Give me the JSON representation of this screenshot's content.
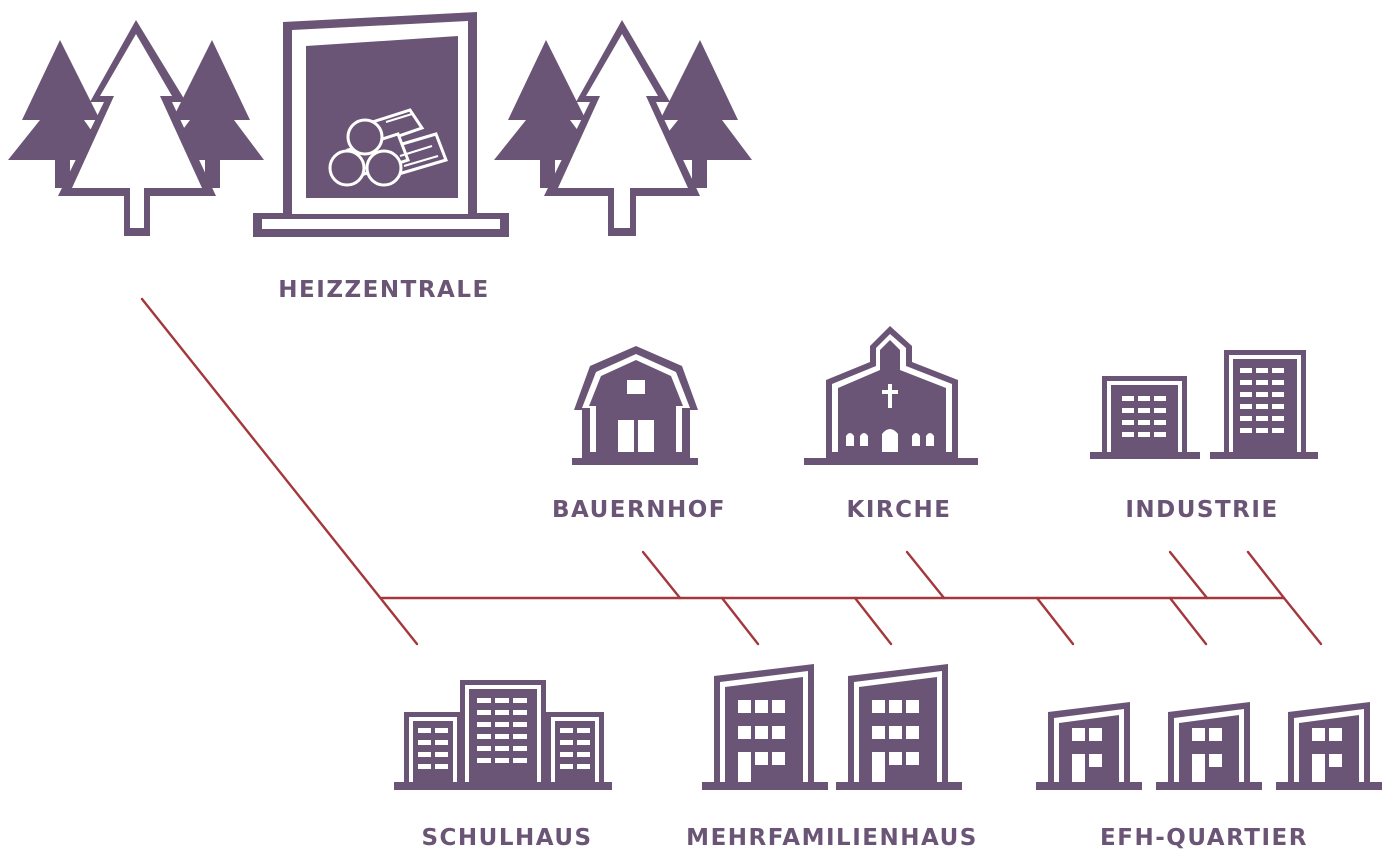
{
  "colors": {
    "primary": "#6b5576",
    "line": "#a3373c",
    "background": "#ffffff"
  },
  "labels": {
    "heizzentrale": "Heizzentrale",
    "bauernhof": "Bauernhof",
    "kirche": "Kirche",
    "industrie": "Industrie",
    "schulhaus": "Schulhaus",
    "mehrfamilienhaus": "Mehrfamilienhaus",
    "efh_quartier": "EFH-Quartier"
  },
  "icons": [
    "pine-tree-icon",
    "woodpile-furnace-icon",
    "barn-icon",
    "church-icon",
    "factory-icon",
    "school-icon",
    "apartment-building-icon",
    "single-family-house-icon"
  ]
}
